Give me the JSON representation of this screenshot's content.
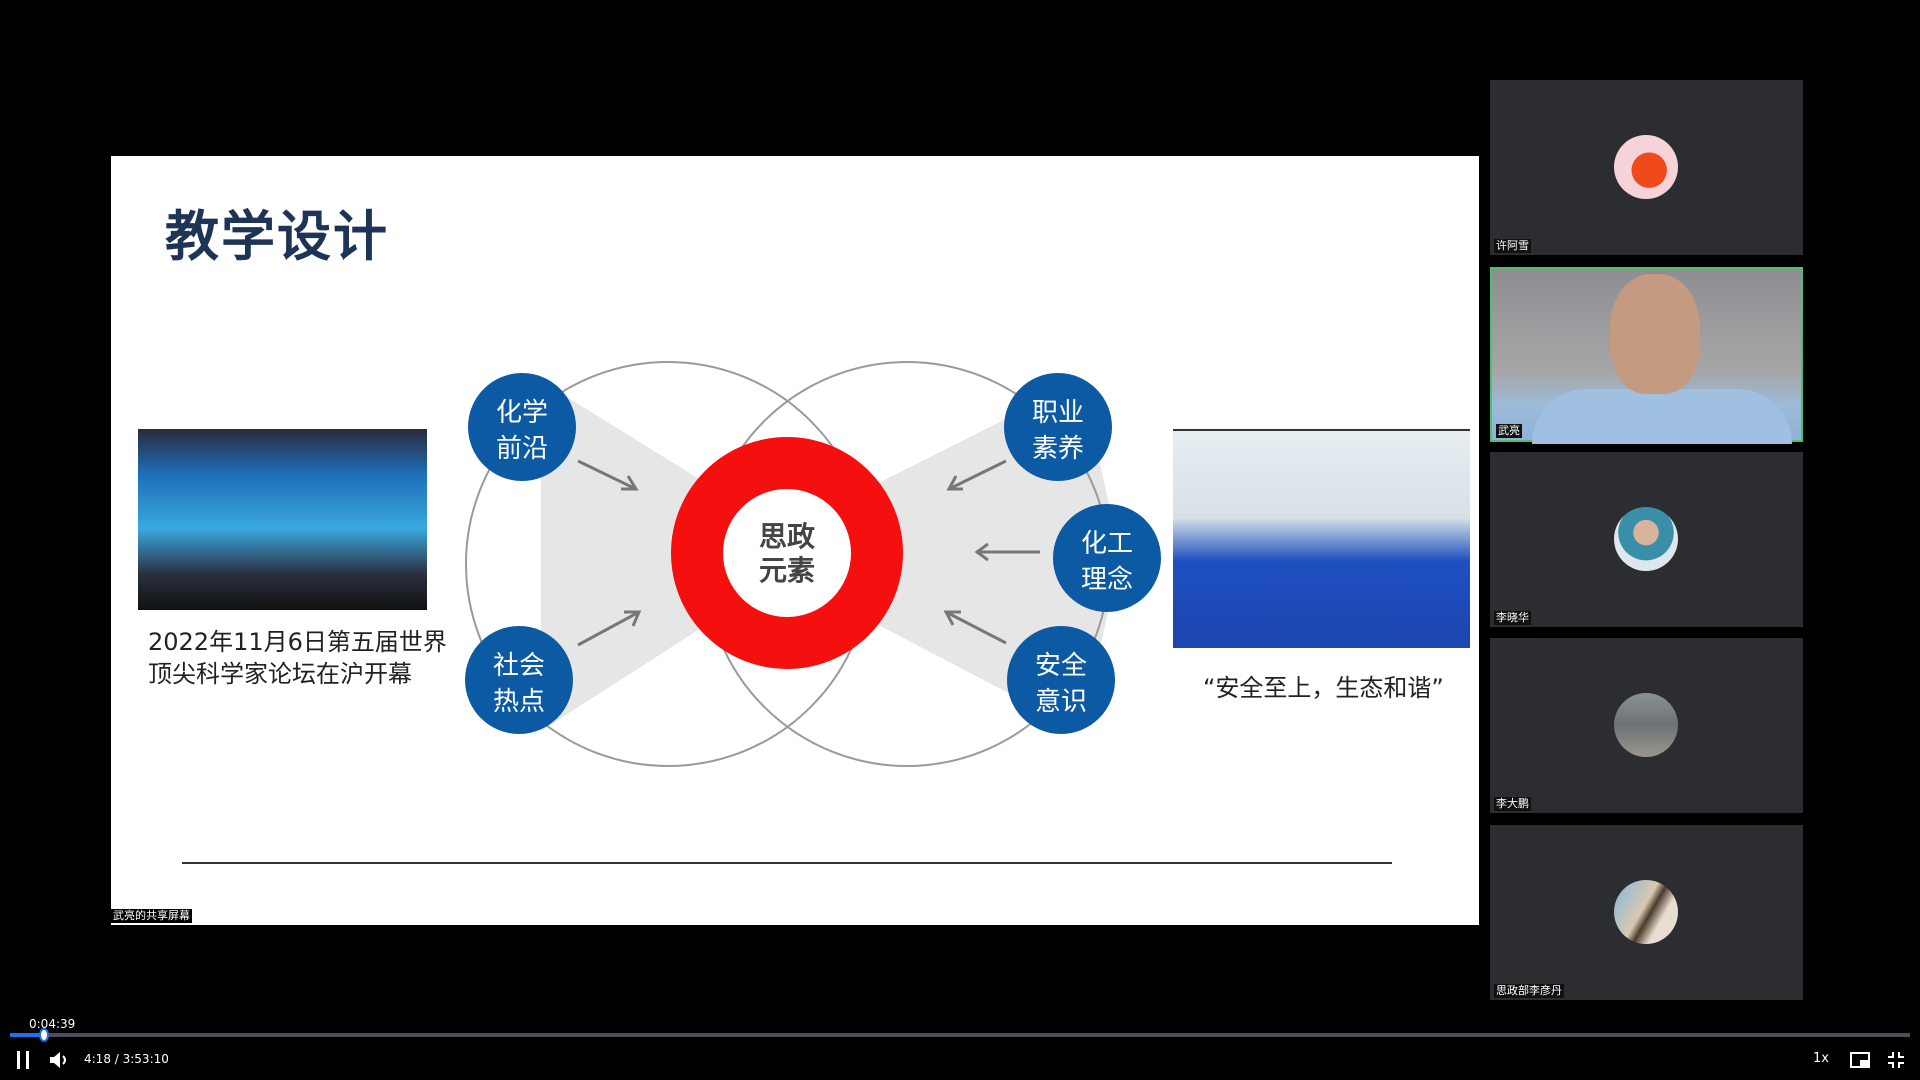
{
  "slide": {
    "title": "教学设计",
    "left_caption_line1": "2022年11月6日第五届世界",
    "left_caption_line2": "顶尖科学家论坛在沪开幕",
    "center_line1": "思政",
    "center_line2": "元素",
    "bubbles": [
      {
        "line1": "化学",
        "line2": "前沿"
      },
      {
        "line1": "社会",
        "line2": "热点"
      },
      {
        "line1": "职业",
        "line2": "素养"
      },
      {
        "line1": "化工",
        "line2": "理念"
      },
      {
        "line1": "安全",
        "line2": "意识"
      }
    ],
    "right_quote": "“安全至上，生态和谐”",
    "share_label": "武亮的共享屏幕",
    "colors": {
      "bubble": "#0b5aa3",
      "ring": "#f50f0f",
      "title": "#1e3456"
    }
  },
  "participants": [
    {
      "name": "许阿雪",
      "active": false
    },
    {
      "name": "武亮",
      "active": true
    },
    {
      "name": "李晓华",
      "active": false
    },
    {
      "name": "李大鹏",
      "active": false
    },
    {
      "name": "思政部李彦丹",
      "active": false
    }
  ],
  "player": {
    "hover_time": "0:04:39",
    "time_display": "4:18 / 3:53:10",
    "progress_fraction": 0.018,
    "speed": "1x",
    "icons": [
      "pause-icon",
      "volume-icon",
      "picture-in-picture-icon",
      "exit-fullscreen-icon"
    ]
  }
}
